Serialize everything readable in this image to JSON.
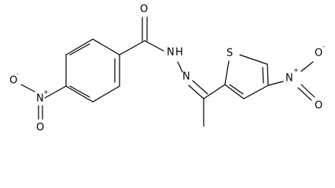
{
  "structure": {
    "atoms": {
      "carbonyl_o": "O",
      "nh": "N",
      "nh_h": "H",
      "hydrazone_n": "N",
      "thiophene_s": "S",
      "left_nitro_n": "N",
      "left_nitro_n_charge": "+",
      "left_nitro_o_minus": "O",
      "left_nitro_o_minus_charge": "-",
      "left_nitro_o": "O",
      "right_nitro_n": "N",
      "right_nitro_n_charge": "+",
      "right_nitro_o_minus": "O",
      "right_nitro_o_minus_charge": "-",
      "right_nitro_o": "O"
    }
  }
}
